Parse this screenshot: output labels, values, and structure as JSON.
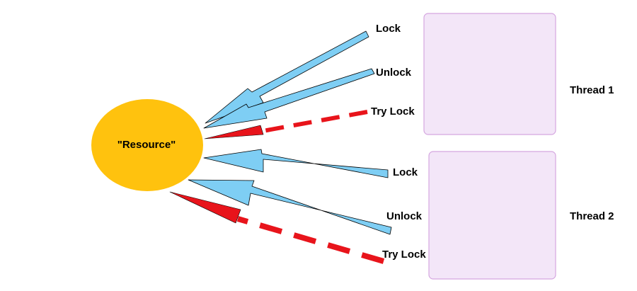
{
  "resource": {
    "label": "\"Resource\""
  },
  "threads": [
    {
      "label": "Thread 1",
      "actions": [
        {
          "label": "Lock"
        },
        {
          "label": "Unlock"
        },
        {
          "label": "Try Lock"
        }
      ]
    },
    {
      "label": "Thread 2",
      "actions": [
        {
          "label": "Lock"
        },
        {
          "label": "Unlock"
        },
        {
          "label": "Try Lock"
        }
      ]
    }
  ],
  "colors": {
    "resource_fill": "#FFC20E",
    "arrow_blue": "#7ECEF4",
    "arrow_red": "#E8141B",
    "thread_box_fill": "#F3E6F8",
    "thread_box_stroke": "#D5A6E0"
  }
}
